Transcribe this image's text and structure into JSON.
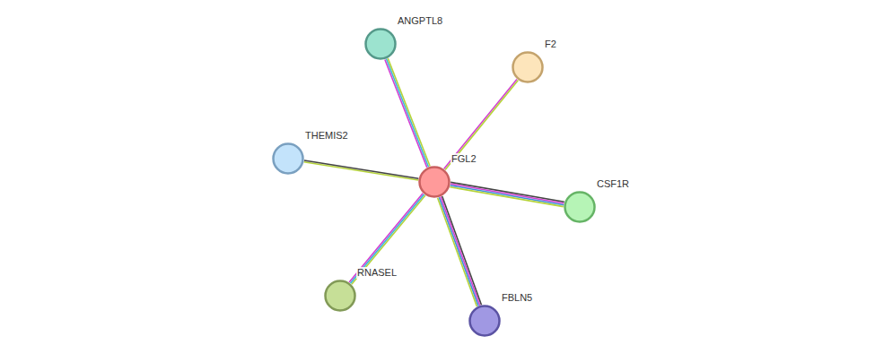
{
  "diagram": {
    "nodes": [
      {
        "text": [
          "FGL2"
        ]
      },
      {
        "text": [
          "ANGPTL8"
        ]
      },
      {
        "text": [
          "F2"
        ]
      },
      {
        "text": [
          "THEMIS2"
        ]
      },
      {
        "text": [
          "CSF1R"
        ]
      },
      {
        "text": [
          "RNASEL"
        ]
      },
      {
        "text": [
          "FBLN5"
        ]
      }
    ],
    "edges": [
      {
        "from": 0,
        "to": 1,
        "arrow": "none"
      },
      {
        "from": 0,
        "to": 2,
        "arrow": "none"
      },
      {
        "from": 0,
        "to": 3,
        "arrow": "none"
      },
      {
        "from": 0,
        "to": 4,
        "arrow": "none"
      },
      {
        "from": 0,
        "to": 5,
        "arrow": "none"
      },
      {
        "from": 0,
        "to": 6,
        "arrow": "none"
      }
    ]
  }
}
